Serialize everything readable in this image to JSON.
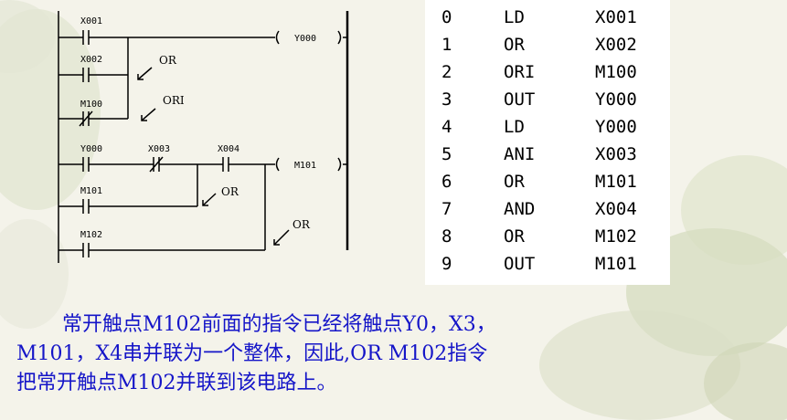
{
  "ladder": {
    "rung1": {
      "contacts": [
        "X001",
        "X002",
        "M100"
      ],
      "coil": "Y000",
      "notes": [
        "OR",
        "ORI"
      ]
    },
    "rung2": {
      "contacts": [
        "Y000",
        "X003",
        "X004",
        "M101",
        "M102"
      ],
      "coil": "M101",
      "notes": [
        "OR",
        "OR"
      ]
    }
  },
  "instructions": [
    {
      "step": "0",
      "op": "LD",
      "arg": "X001"
    },
    {
      "step": "1",
      "op": "OR",
      "arg": "X002"
    },
    {
      "step": "2",
      "op": "ORI",
      "arg": "M100"
    },
    {
      "step": "3",
      "op": "OUT",
      "arg": "Y000"
    },
    {
      "step": "4",
      "op": "LD",
      "arg": "Y000"
    },
    {
      "step": "5",
      "op": "ANI",
      "arg": "X003"
    },
    {
      "step": "6",
      "op": "OR",
      "arg": "M101"
    },
    {
      "step": "7",
      "op": "AND",
      "arg": "X004"
    },
    {
      "step": "8",
      "op": "OR",
      "arg": "M102"
    },
    {
      "step": "9",
      "op": "OUT",
      "arg": "M101"
    }
  ],
  "caption": {
    "line1": "常开触点M102前面的指令已经将触点Y0，X3，",
    "line2": "M101，X4串并联为一个整体，因此,OR M102指令",
    "line3": "把常开触点M102并联到该电路上。"
  },
  "colors": {
    "caption": "#1515c8",
    "background": "#f4f3ea",
    "panel": "#ffffff"
  }
}
